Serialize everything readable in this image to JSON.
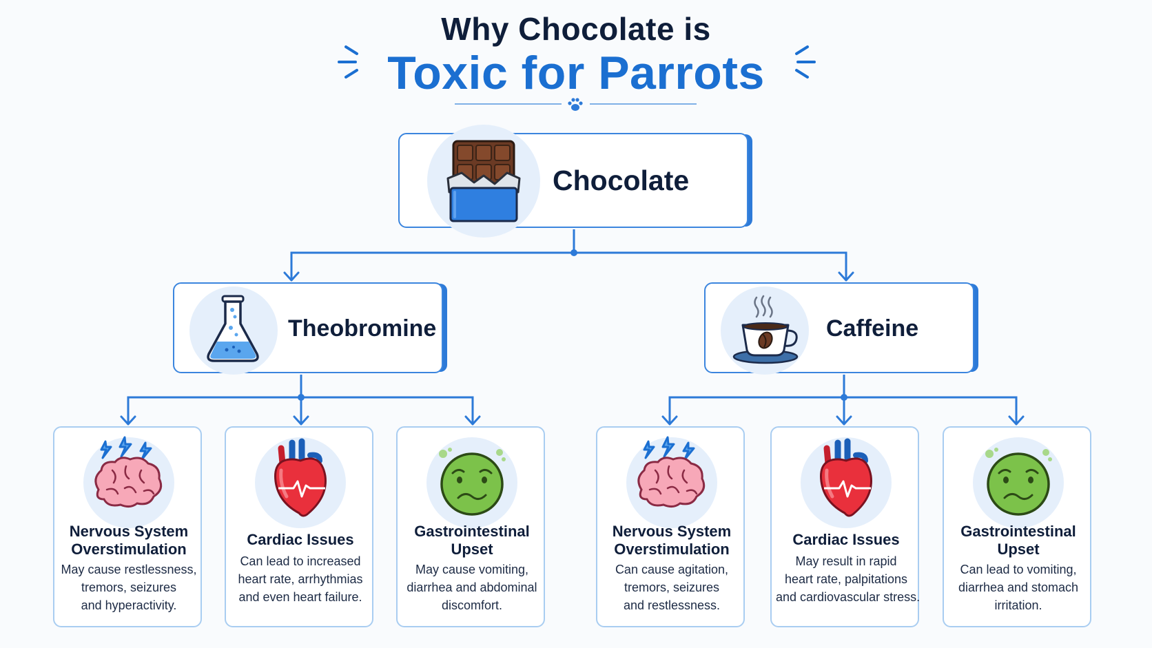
{
  "title": {
    "line1": "Why Chocolate is",
    "line2": "Toxic for Parrots"
  },
  "colors": {
    "accent_blue": "#1b6fd1",
    "dark_text": "#0f1e3a",
    "card_border": "#3b85de",
    "effect_border": "#a9cdf1",
    "icon_bg": "#e5effb"
  },
  "root": {
    "label": "Chocolate",
    "icon": "chocolate-bar-icon"
  },
  "compounds": [
    {
      "label": "Theobromine",
      "icon": "flask-icon",
      "effects": [
        {
          "icon": "brain-icon",
          "title_lines": [
            "Nervous System",
            "Overstimulation"
          ],
          "desc_lines": [
            "May cause restlessness,",
            "tremors, seizures",
            "and hyperactivity."
          ]
        },
        {
          "icon": "heart-icon",
          "title_lines": [
            "Cardiac Issues"
          ],
          "desc_lines": [
            "Can lead to increased",
            "heart rate, arrhythmias",
            "and even heart failure."
          ]
        },
        {
          "icon": "nauseous-face-icon",
          "title_lines": [
            "Gastrointestinal",
            "Upset"
          ],
          "desc_lines": [
            "May cause vomiting,",
            "diarrhea and abdominal",
            "discomfort."
          ]
        }
      ]
    },
    {
      "label": "Caffeine",
      "icon": "coffee-cup-icon",
      "effects": [
        {
          "icon": "brain-icon",
          "title_lines": [
            "Nervous System",
            "Overstimulation"
          ],
          "desc_lines": [
            "Can cause agitation,",
            "tremors, seizures",
            "and restlessness."
          ]
        },
        {
          "icon": "heart-icon",
          "title_lines": [
            "Cardiac Issues"
          ],
          "desc_lines": [
            "May result in rapid",
            "heart rate, palpitations",
            "and cardiovascular stress."
          ]
        },
        {
          "icon": "nauseous-face-icon",
          "title_lines": [
            "Gastrointestinal",
            "Upset"
          ],
          "desc_lines": [
            "Can lead to vomiting,",
            "diarrhea and stomach",
            "irritation."
          ]
        }
      ]
    }
  ]
}
